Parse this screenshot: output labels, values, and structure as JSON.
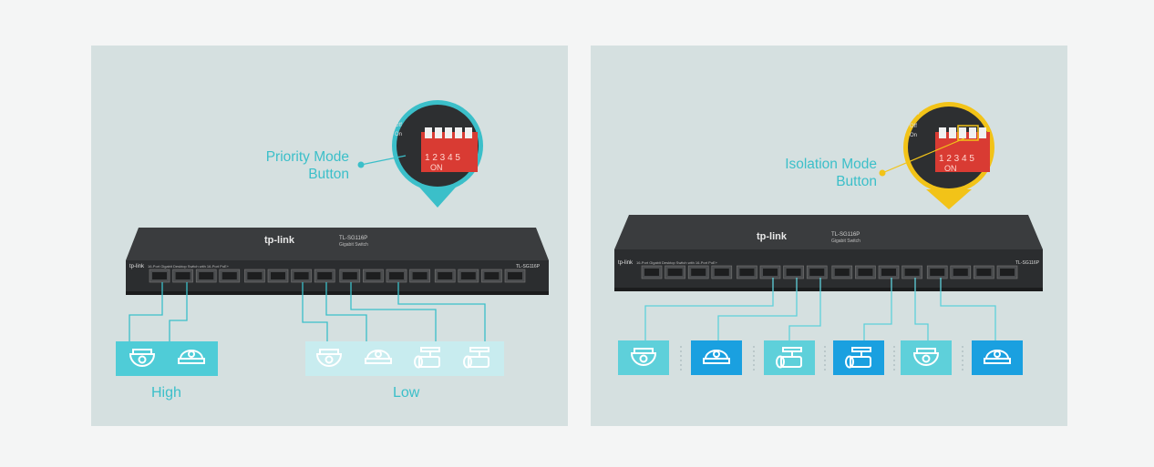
{
  "left_panel": {
    "callout_line1": "Priority Mode",
    "callout_line2": "Button",
    "switch_model": "TL-SG116P",
    "switch_subtitle": "Gigabit Switch",
    "brand": "tp-link",
    "front_label": "16-Port Gigabit Desktop Switch with 16-Port PoE+",
    "front_model": "TL-SG116P",
    "tier_high": "High",
    "tier_low": "Low",
    "accent_color": "#3bbfc9"
  },
  "right_panel": {
    "callout_line1": "Isolation Mode",
    "callout_line2": "Button",
    "switch_model": "TL-SG116P",
    "switch_subtitle": "Gigabit Switch",
    "brand": "tp-link",
    "front_label": "16-Port Gigabit Desktop Switch with 16-Port PoE+",
    "front_model": "TL-SG116P",
    "accent_color": "#f2c318",
    "device_colors": [
      "#5ed0da",
      "#1aa0e0"
    ]
  },
  "dip_switch": {
    "row1": "1-4",
    "row2": "Off",
    "row3": "On",
    "digits": "1 2 3 4 5",
    "on_label": "ON"
  }
}
